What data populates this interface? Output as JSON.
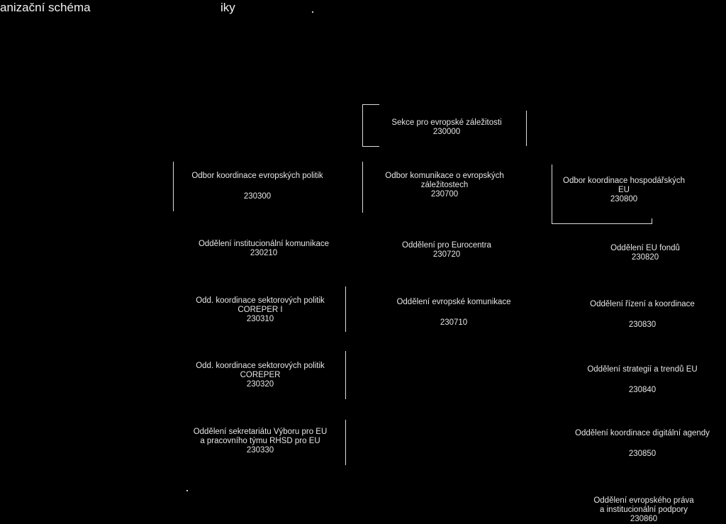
{
  "header": {
    "left_fragment": "anizační schéma",
    "mid_fragment": "iky"
  },
  "section": {
    "name": "Sekce pro evropské záležitosti",
    "code": "230000"
  },
  "departments": [
    {
      "lines": [
        "Odbor koordinace evropských politik"
      ],
      "code": "230300"
    },
    {
      "lines": [
        "Odbor komunikace o evropských",
        "záležitostech"
      ],
      "code": "230700"
    },
    {
      "lines": [
        "Odbor koordinace hospodářských",
        "EU"
      ],
      "code": "230800"
    }
  ],
  "units": [
    {
      "lines": [
        "Oddělení institucionální komunikace"
      ],
      "code": "230210"
    },
    {
      "lines": [
        "Oddělení pro Eurocentra"
      ],
      "code": "230720"
    },
    {
      "lines": [
        "Oddělení EU fondů"
      ],
      "code": "230820"
    },
    {
      "lines": [
        "Odd. koordinace sektorových politik",
        "COREPER I"
      ],
      "code": "230310"
    },
    {
      "lines": [
        "Oddělení evropské komunikace"
      ],
      "code": "230710"
    },
    {
      "lines": [
        "Oddělení řízení a koordinace"
      ],
      "code": "230830"
    },
    {
      "lines": [
        "Odd. koordinace sektorových politik",
        "COREPER"
      ],
      "code": "230320"
    },
    {
      "lines": [
        "Oddělení strategií a trendů EU"
      ],
      "code": "230840"
    },
    {
      "lines": [
        "Oddělení sekretariátu Výboru pro EU",
        "a pracovního týmu RHSD pro EU"
      ],
      "code": "230330"
    },
    {
      "lines": [
        "Oddělení koordinace digitální agendy"
      ],
      "code": "230850"
    },
    {
      "lines": [
        "Oddělení evropského práva",
        "a institucionální podpory"
      ],
      "code": "230860"
    }
  ]
}
